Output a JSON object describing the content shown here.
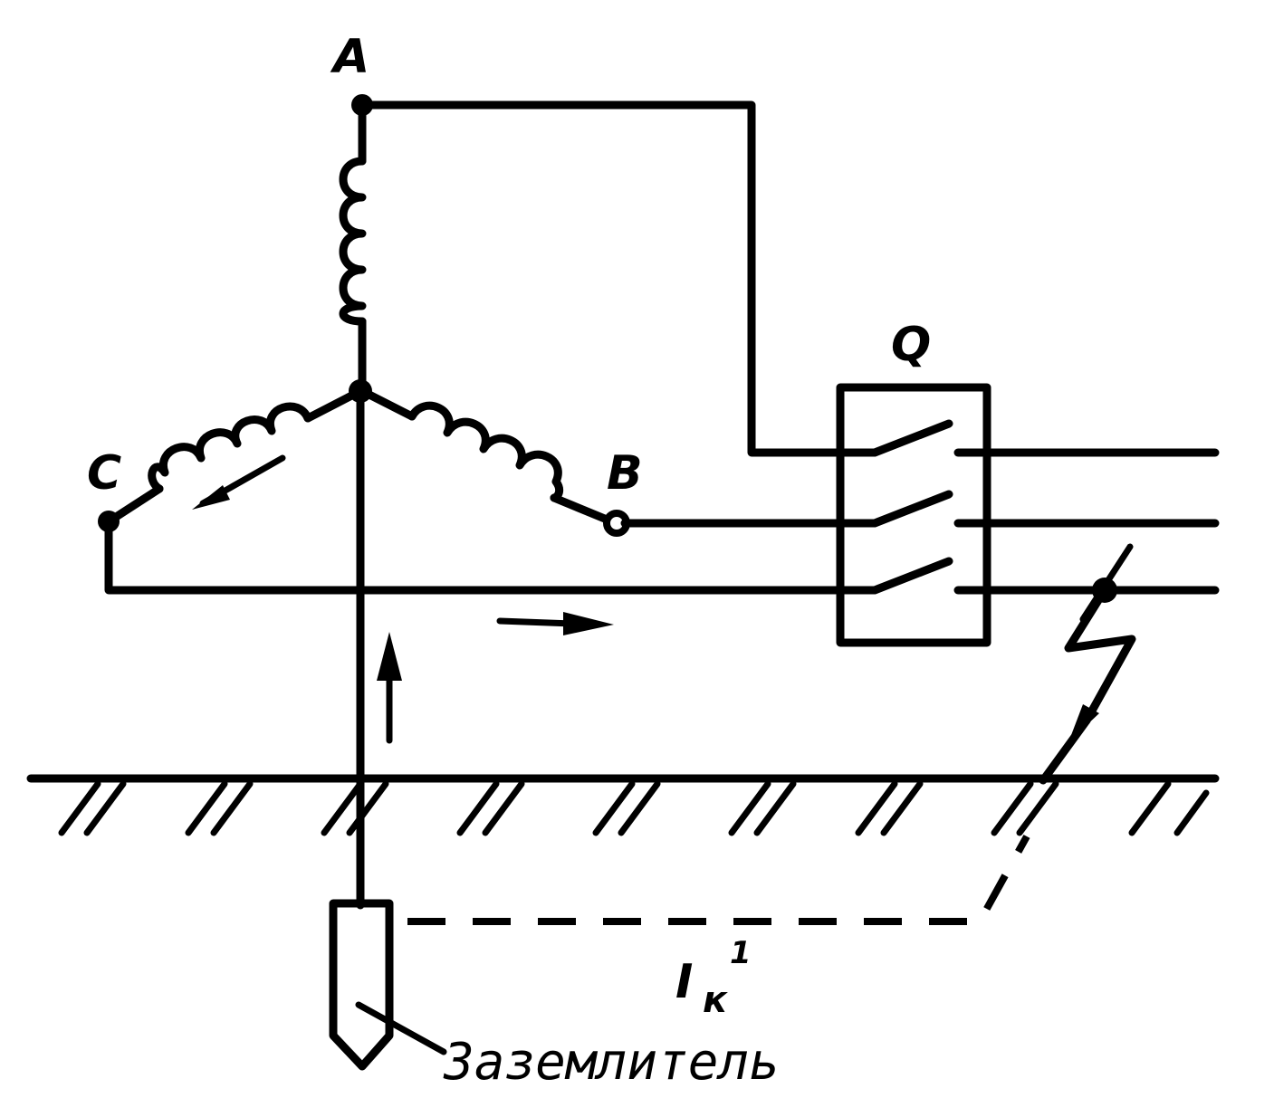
{
  "labels": {
    "phase_a": "A",
    "phase_b": "B",
    "phase_c": "C",
    "breaker": "Q",
    "fault_current_main": "I",
    "fault_current_sub": "к",
    "fault_current_sup": "1",
    "ground_electrode": "Заземлитель"
  }
}
